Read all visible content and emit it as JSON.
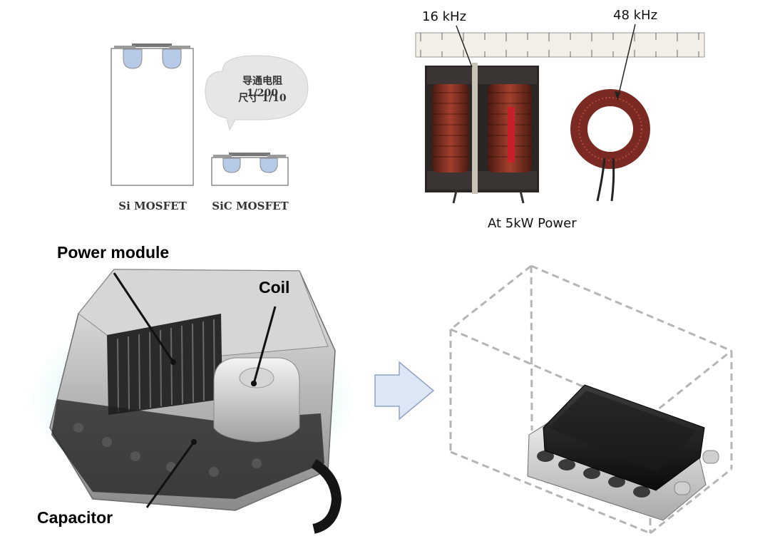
{
  "mosfet": {
    "bubble_line1": "导通电阻1/200",
    "bubble_line2": "尺寸 1/10",
    "si_label": "Si MOSFET",
    "sic_label": "SiC MOSFET"
  },
  "inductors": {
    "freq_16": "16 kHz",
    "freq_48": "48 kHz",
    "caption": "At 5kW Power"
  },
  "inverter": {
    "power_module": "Power module",
    "coil": "Coil",
    "capacitor": "Capacitor"
  },
  "colors": {
    "arrow_fill": "#dce6f4",
    "arrow_stroke": "#8ea3c4",
    "glow": "#3fd3c8",
    "dashed": "#b5b5b5"
  }
}
